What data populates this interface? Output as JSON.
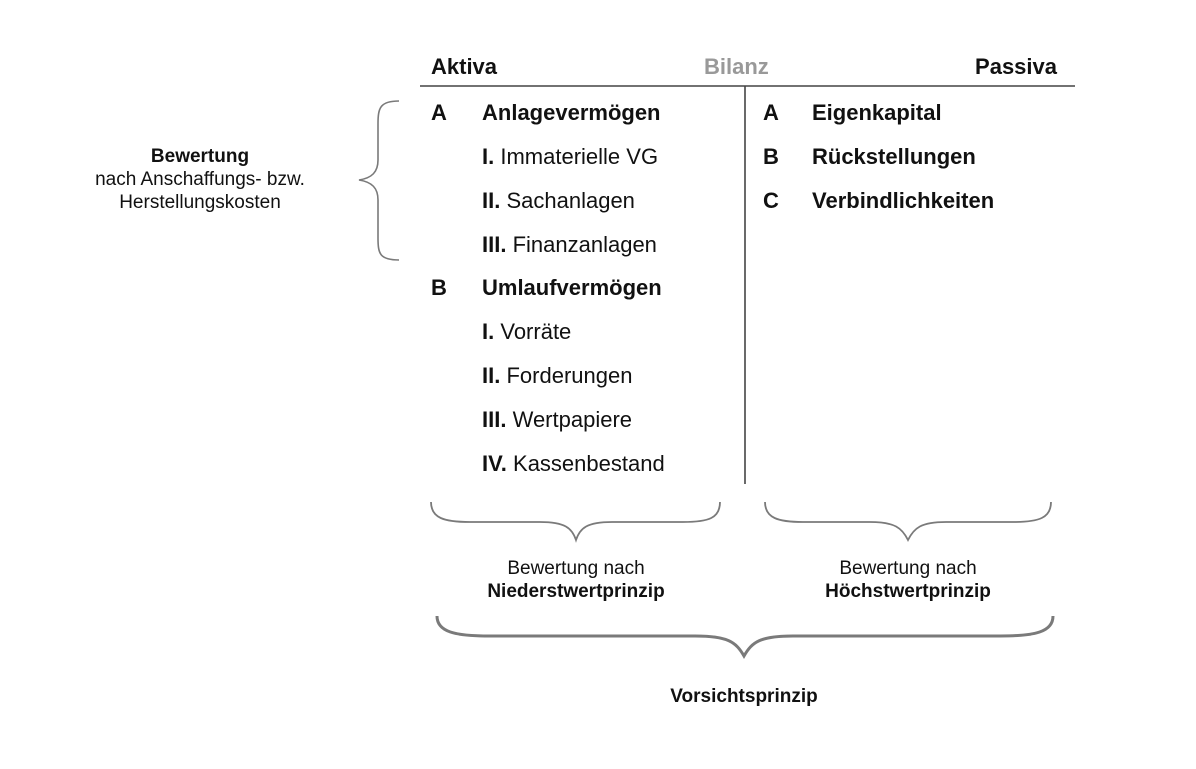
{
  "header": {
    "left": "Aktiva",
    "center": "Bilanz",
    "right": "Passiva"
  },
  "aktiva": [
    {
      "letter": "A",
      "label": "Anlagevermögen",
      "items": [
        {
          "numeral": "I.",
          "label": "Immaterielle VG"
        },
        {
          "numeral": "II.",
          "label": "Sachanlagen"
        },
        {
          "numeral": "III.",
          "label": "Finanzanlagen"
        }
      ]
    },
    {
      "letter": "B",
      "label": "Umlaufvermögen",
      "items": [
        {
          "numeral": "I.",
          "label": "Vorräte"
        },
        {
          "numeral": "II.",
          "label": "Forderungen"
        },
        {
          "numeral": "III.",
          "label": "Wertpapiere"
        },
        {
          "numeral": "IV.",
          "label": "Kassenbestand"
        }
      ]
    }
  ],
  "passiva": [
    {
      "letter": "A",
      "label": "Eigenkapital"
    },
    {
      "letter": "B",
      "label": "Rückstellungen"
    },
    {
      "letter": "C",
      "label": "Verbindlichkeiten"
    }
  ],
  "left_note": {
    "title": "Bewertung",
    "line1": "nach Anschaffungs- bzw.",
    "line2": "Herstellungskosten"
  },
  "aktiva_note": {
    "line1": "Bewertung nach",
    "line2": "Niederstwertprinzip"
  },
  "passiva_note": {
    "line1": "Bewertung nach",
    "line2": "Höchstwertprinzip"
  },
  "footer": {
    "label": "Vorsichtsprinzip"
  },
  "colors": {
    "text": "#111111",
    "muted": "#999999",
    "brace": "#7a7a7a",
    "line": "#444444"
  }
}
